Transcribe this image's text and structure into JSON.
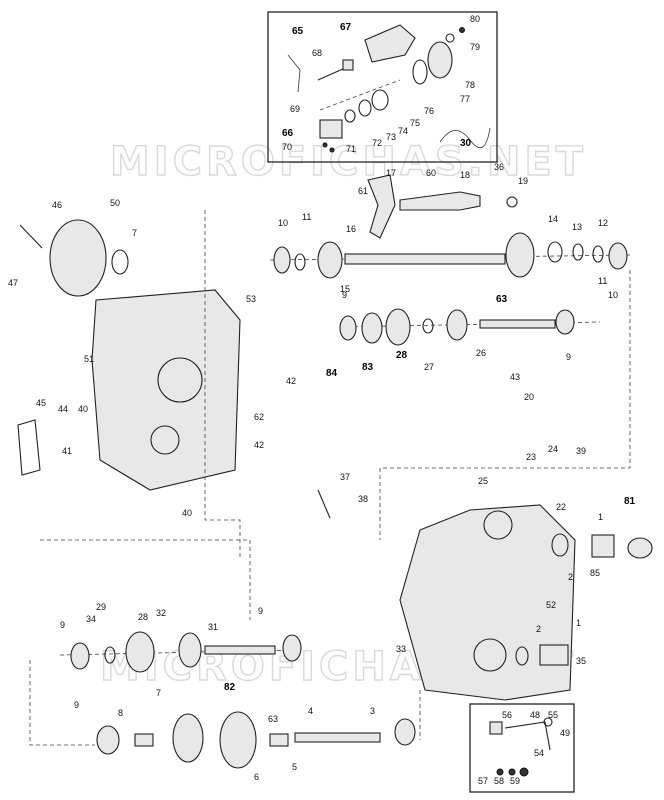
{
  "watermark": {
    "text": "MICROFICHAS.NET"
  },
  "labels": [
    {
      "id": "65",
      "t": "65",
      "b": true
    },
    {
      "id": "68",
      "t": "68"
    },
    {
      "id": "67",
      "t": "67",
      "b": true
    },
    {
      "id": "80",
      "t": "80"
    },
    {
      "id": "79",
      "t": "79"
    },
    {
      "id": "78",
      "t": "78"
    },
    {
      "id": "77",
      "t": "77"
    },
    {
      "id": "76",
      "t": "76"
    },
    {
      "id": "69",
      "t": "69"
    },
    {
      "id": "75",
      "t": "75"
    },
    {
      "id": "74",
      "t": "74"
    },
    {
      "id": "73",
      "t": "73"
    },
    {
      "id": "72",
      "t": "72"
    },
    {
      "id": "66",
      "t": "66",
      "b": true
    },
    {
      "id": "70",
      "t": "70"
    },
    {
      "id": "71",
      "t": "71"
    },
    {
      "id": "30",
      "t": "30",
      "b": true
    },
    {
      "id": "36",
      "t": "36"
    },
    {
      "id": "17",
      "t": "17"
    },
    {
      "id": "18",
      "t": "18"
    },
    {
      "id": "60",
      "t": "60"
    },
    {
      "id": "19",
      "t": "19"
    },
    {
      "id": "61",
      "t": "61"
    },
    {
      "id": "46",
      "t": "46"
    },
    {
      "id": "50",
      "t": "50"
    },
    {
      "id": "7a",
      "t": "7"
    },
    {
      "id": "47",
      "t": "47"
    },
    {
      "id": "10a",
      "t": "10"
    },
    {
      "id": "11a",
      "t": "11"
    },
    {
      "id": "16",
      "t": "16"
    },
    {
      "id": "14",
      "t": "14"
    },
    {
      "id": "13",
      "t": "13"
    },
    {
      "id": "12",
      "t": "12"
    },
    {
      "id": "11b",
      "t": "11"
    },
    {
      "id": "10b",
      "t": "10"
    },
    {
      "id": "15",
      "t": "15"
    },
    {
      "id": "63a",
      "t": "63",
      "b": true
    },
    {
      "id": "53",
      "t": "53"
    },
    {
      "id": "9a",
      "t": "9"
    },
    {
      "id": "28a",
      "t": "28",
      "b": true
    },
    {
      "id": "83",
      "t": "83",
      "b": true
    },
    {
      "id": "27",
      "t": "27"
    },
    {
      "id": "26",
      "t": "26"
    },
    {
      "id": "9b",
      "t": "9"
    },
    {
      "id": "42a",
      "t": "42"
    },
    {
      "id": "84",
      "t": "84",
      "b": true
    },
    {
      "id": "51",
      "t": "51"
    },
    {
      "id": "43",
      "t": "43"
    },
    {
      "id": "20",
      "t": "20"
    },
    {
      "id": "45",
      "t": "45"
    },
    {
      "id": "44",
      "t": "44"
    },
    {
      "id": "40a",
      "t": "40"
    },
    {
      "id": "41",
      "t": "41"
    },
    {
      "id": "62",
      "t": "62"
    },
    {
      "id": "42b",
      "t": "42"
    },
    {
      "id": "24",
      "t": "24"
    },
    {
      "id": "39",
      "t": "39"
    },
    {
      "id": "23",
      "t": "23"
    },
    {
      "id": "25",
      "t": "25"
    },
    {
      "id": "81",
      "t": "81",
      "b": true
    },
    {
      "id": "37",
      "t": "37"
    },
    {
      "id": "38",
      "t": "38"
    },
    {
      "id": "22",
      "t": "22"
    },
    {
      "id": "1a",
      "t": "1"
    },
    {
      "id": "40b",
      "t": "40"
    },
    {
      "id": "2a",
      "t": "2"
    },
    {
      "id": "85",
      "t": "85"
    },
    {
      "id": "52",
      "t": "52"
    },
    {
      "id": "9c",
      "t": "9"
    },
    {
      "id": "34",
      "t": "34"
    },
    {
      "id": "29",
      "t": "29"
    },
    {
      "id": "28b",
      "t": "28"
    },
    {
      "id": "32",
      "t": "32"
    },
    {
      "id": "31",
      "t": "31"
    },
    {
      "id": "9d",
      "t": "9"
    },
    {
      "id": "2b",
      "t": "2"
    },
    {
      "id": "1b",
      "t": "1"
    },
    {
      "id": "33",
      "t": "33"
    },
    {
      "id": "35",
      "t": "35"
    },
    {
      "id": "82",
      "t": "82",
      "b": true
    },
    {
      "id": "9e",
      "t": "9"
    },
    {
      "id": "7b",
      "t": "7"
    },
    {
      "id": "8",
      "t": "8"
    },
    {
      "id": "63b",
      "t": "63"
    },
    {
      "id": "4",
      "t": "4"
    },
    {
      "id": "3",
      "t": "3"
    },
    {
      "id": "5",
      "t": "5"
    },
    {
      "id": "6",
      "t": "6"
    },
    {
      "id": "56",
      "t": "56"
    },
    {
      "id": "48",
      "t": "48"
    },
    {
      "id": "55",
      "t": "55"
    },
    {
      "id": "49",
      "t": "49"
    },
    {
      "id": "54",
      "t": "54"
    },
    {
      "id": "57",
      "t": "57"
    },
    {
      "id": "58",
      "t": "58"
    },
    {
      "id": "59",
      "t": "59"
    }
  ]
}
